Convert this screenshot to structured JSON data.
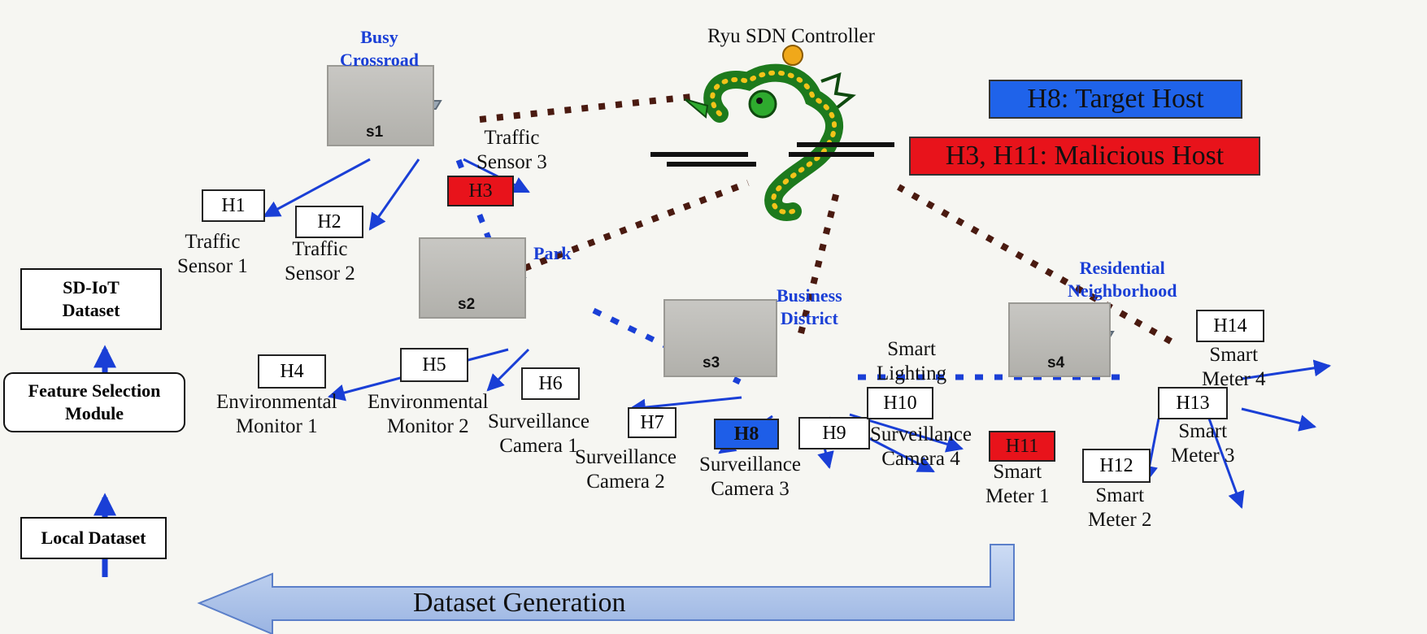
{
  "controller": {
    "label": "Ryu SDN Controller"
  },
  "legend": {
    "target": "H8: Target Host",
    "malicious": "H3, H11: Malicious Host"
  },
  "switches": [
    {
      "id": "s1",
      "region": [
        "Busy",
        "Crossroad"
      ]
    },
    {
      "id": "s2",
      "region": [
        "Park"
      ]
    },
    {
      "id": "s3",
      "region": [
        "Business",
        "District"
      ]
    },
    {
      "id": "s4",
      "region": [
        "Residential",
        "Neighborhood"
      ]
    }
  ],
  "hosts": [
    {
      "id": "H1",
      "label": [
        "Traffic",
        "Sensor 1"
      ],
      "role": "normal"
    },
    {
      "id": "H2",
      "label": [
        "Traffic",
        "Sensor 2"
      ],
      "role": "normal"
    },
    {
      "id": "H3",
      "label": [
        "Traffic",
        "Sensor 3"
      ],
      "role": "malicious"
    },
    {
      "id": "H4",
      "label": [
        "Environmental",
        "Monitor 1"
      ],
      "role": "normal"
    },
    {
      "id": "H5",
      "label": [
        "Environmental",
        "Monitor 2"
      ],
      "role": "normal"
    },
    {
      "id": "H6",
      "label": [
        "Surveillance",
        "Camera 1"
      ],
      "role": "normal"
    },
    {
      "id": "H7",
      "label": [
        "Surveillance",
        "Camera 2"
      ],
      "role": "normal"
    },
    {
      "id": "H8",
      "label": [
        "Surveillance",
        "Camera 3"
      ],
      "role": "target"
    },
    {
      "id": "H9",
      "label": [
        "Surveillance",
        "Camera 4"
      ],
      "role": "normal"
    },
    {
      "id": "H10",
      "label": [
        "Smart",
        "Lighting"
      ],
      "role": "normal"
    },
    {
      "id": "H11",
      "label": [
        "Smart",
        "Meter 1"
      ],
      "role": "malicious"
    },
    {
      "id": "H12",
      "label": [
        "Smart",
        "Meter 2"
      ],
      "role": "normal"
    },
    {
      "id": "H13",
      "label": [
        "Smart",
        "Meter 3"
      ],
      "role": "normal"
    },
    {
      "id": "H14",
      "label": [
        "Smart",
        "Meter 4"
      ],
      "role": "normal"
    }
  ],
  "pipeline": {
    "local": "Local Dataset",
    "feature": [
      "Feature Selection",
      "Module"
    ],
    "sdiot": [
      "SD-IoT",
      "Dataset"
    ],
    "generation": "Dataset Generation"
  },
  "colors": {
    "accent_blue": "#1a3fd6",
    "target": "#1e5ee8",
    "malicious": "#e8131b",
    "control_link": "#4a1a10"
  }
}
